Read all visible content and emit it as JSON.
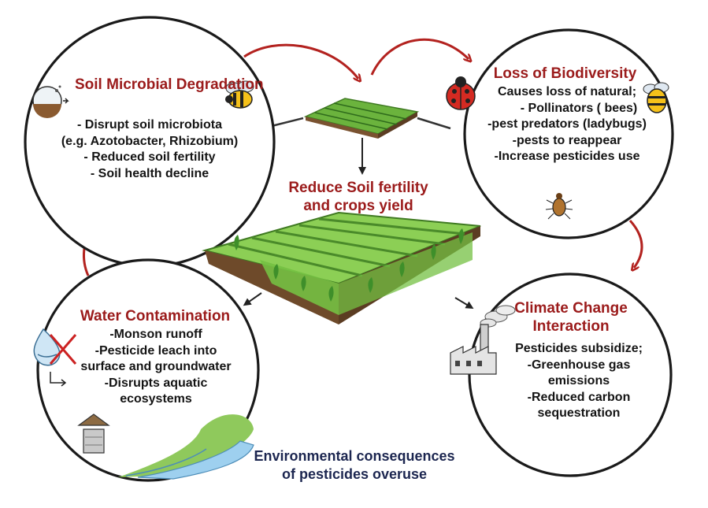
{
  "colors": {
    "title": "#9b1b1b",
    "body": "#141414",
    "footer": "#1c2650",
    "arrow": "#b3221f",
    "field": "#7cc24a",
    "soil": "#7a5230"
  },
  "soil_microbial": {
    "title": "Soil Microbial Degradation",
    "lines": [
      "- Disrupt soil microbiota",
      "(e.g. Azotobacter, Rhizobium)",
      "- Reduced soil fertility",
      "- Soil health decline"
    ]
  },
  "loss_biodiversity": {
    "title": "Loss of Biodiversity",
    "lines": [
      "Causes loss of natural;",
      "- Pollinators ( bees)",
      "-pest predators (ladybugs)",
      "-pests to reappear",
      "-Increase pesticides use"
    ]
  },
  "center": {
    "title": "Reduce Soil fertility and crops yield"
  },
  "water_contamination": {
    "title": "Water Contamination",
    "lines": [
      "-Monson runoff",
      "-Pesticide leach into",
      "surface and groundwater",
      "-Disrupts aquatic",
      "ecosystems"
    ]
  },
  "climate_change": {
    "title": "Climate Change Interaction",
    "lines": [
      "Pesticides subsidize;",
      "-Greenhouse gas",
      "emissions",
      "-Reduced carbon",
      "sequestration"
    ]
  },
  "footer": {
    "line1": "Environmental consequences",
    "line2": "of pesticides overuse"
  },
  "icons": [
    "soil-jar-icon",
    "bee-icon",
    "ladybug-icon",
    "beetle-icon",
    "water-drop-icon",
    "well-icon",
    "river-icon",
    "factory-icon",
    "field-icon"
  ]
}
